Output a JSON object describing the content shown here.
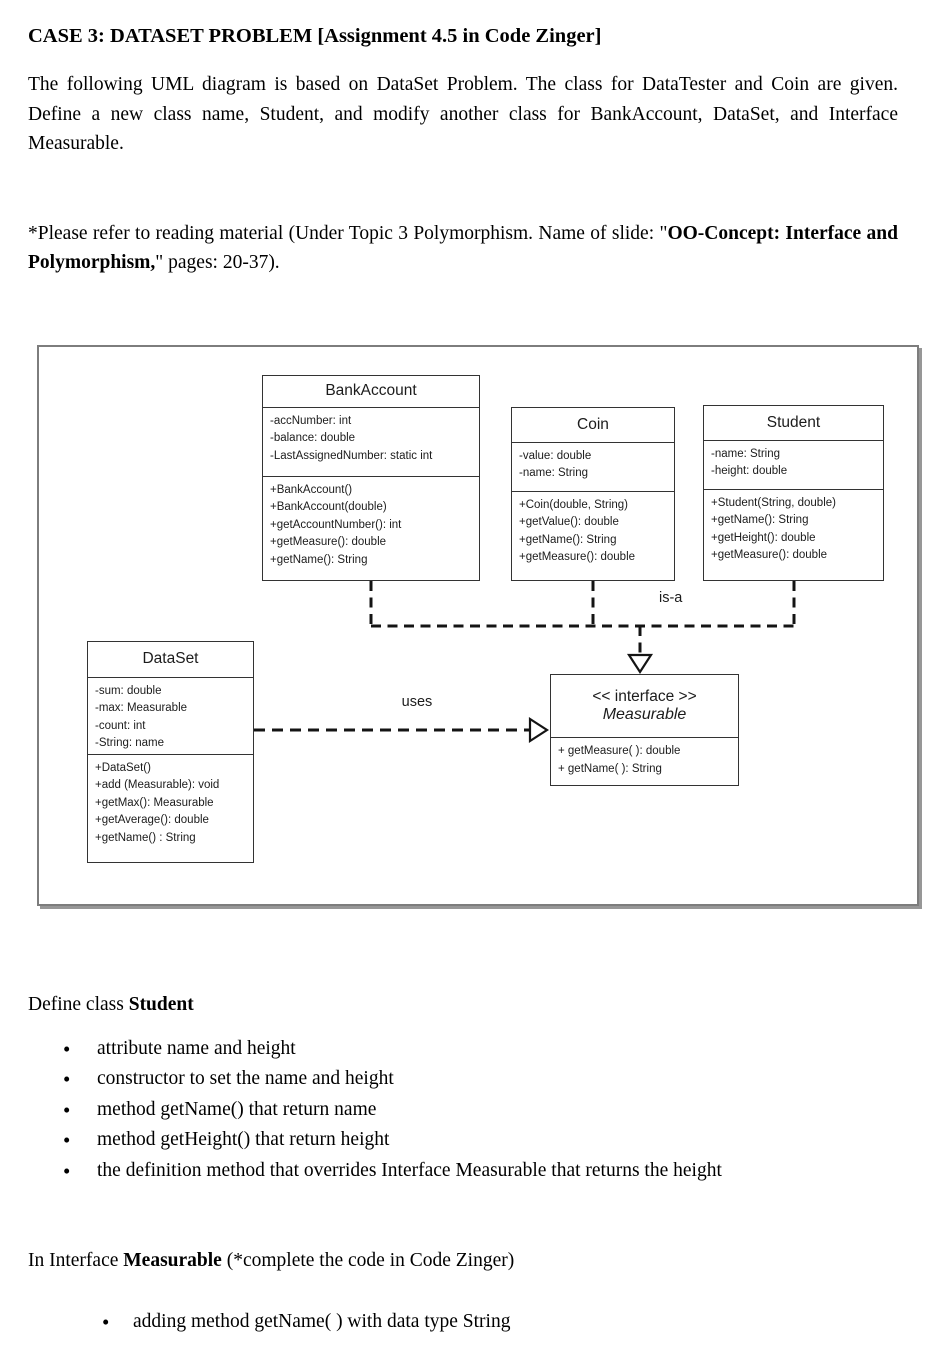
{
  "document": {
    "title": "CASE 3: DATASET PROBLEM [Assignment 4.5 in Code Zinger]",
    "intro": "The following UML diagram is based on DataSet Problem. The class for DataTester and Coin are given. Define a new class name, Student, and modify another class for BankAccount, DataSet, and Interface Measurable.",
    "note": {
      "part1": "*Please refer to reading material (Under Topic 3 Polymorphism. Name of slide: \"",
      "bold": "OO-Concept: Interface and Polymorphism,",
      "part2": "\" pages: 20-37)."
    },
    "define_student": {
      "part1": "Define class ",
      "bold": "Student"
    },
    "student_bullets": [
      "attribute name and height",
      "constructor to set the name and height",
      "method getName() that return name",
      "method getHeight() that return height",
      "the definition method that overrides Interface Measurable that returns the height"
    ],
    "interface_line": {
      "part1": "In Interface ",
      "bold": "Measurable",
      "part2": " (*complete the code in Code Zinger)"
    },
    "interface_bullets": [
      "adding method getName( ) with data type String"
    ]
  },
  "diagram": {
    "classes": {
      "bankaccount": {
        "title": "BankAccount",
        "attributes": [
          "-accNumber: int",
          "-balance: double",
          "-LastAssignedNumber: static int"
        ],
        "methods": [
          "+BankAccount()",
          "+BankAccount(double)",
          "+getAccountNumber(): int",
          "+getMeasure(): double",
          "+getName(): String"
        ]
      },
      "coin": {
        "title": "Coin",
        "attributes": [
          "-value: double",
          "-name: String"
        ],
        "methods": [
          "+Coin(double, String)",
          "+getValue(): double",
          "+getName(): String",
          "+getMeasure(): double"
        ]
      },
      "student": {
        "title": "Student",
        "attributes": [
          "-name: String",
          "-height: double"
        ],
        "methods": [
          "+Student(String, double)",
          "+getName(): String",
          "+getHeight(): double",
          "+getMeasure(): double"
        ]
      },
      "dataset": {
        "title": "DataSet",
        "attributes": [
          "-sum: double",
          "-max: Measurable",
          "-count: int",
          "-String: name"
        ],
        "methods": [
          "+DataSet()",
          "+add (Measurable): void",
          "+getMax(): Measurable",
          "+getAverage(): double",
          "+getName() : String"
        ]
      },
      "measurable": {
        "stereotype": "<< interface >>",
        "title": "Measurable",
        "methods": [
          "+ getMeasure( ): double",
          "+ getName( ): String"
        ]
      }
    },
    "labels": {
      "is_a": "is-a",
      "uses": "uses"
    },
    "colors": {
      "box_border": "#333333",
      "container_border": "#7d7d7d",
      "connector": "#141414",
      "text": "#1c1c1c"
    }
  }
}
